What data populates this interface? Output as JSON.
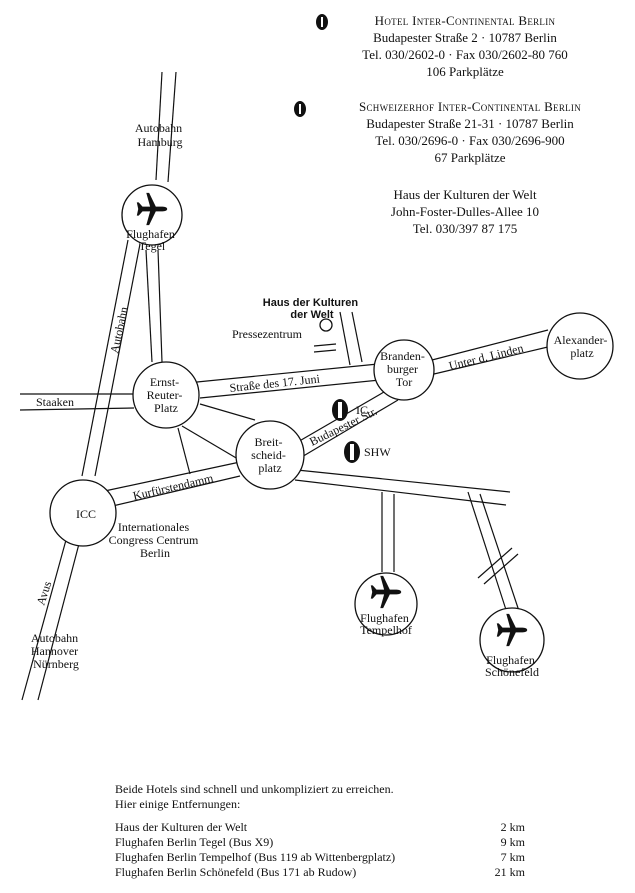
{
  "hotel_ic": {
    "name": "Hotel Inter-Continental Berlin",
    "address": "Budapester Straße 2 · 10787 Berlin",
    "phone": "Tel. 030/2602-0 · Fax 030/2602-80 760",
    "parking": "106 Parkplätze"
  },
  "hotel_shw": {
    "name": "Schweizerhof Inter-Continental Berlin",
    "address": "Budapester Straße 21-31 · 10787 Berlin",
    "phone": "Tel. 030/2696-0 · Fax 030/2696-900",
    "parking": "67 Parkplätze"
  },
  "hkw": {
    "name": "Haus der Kulturen der Welt",
    "address": "John-Foster-Dulles-Allee 10",
    "phone": "Tel. 030/397 87 175"
  },
  "map": {
    "autobahn_hamburg": [
      "Autobahn",
      "Hamburg"
    ],
    "tegel": [
      "Flughafen",
      "Tegel"
    ],
    "autobahn": "Autobahn",
    "hkw_map": [
      "Haus der Kulturen",
      "der Welt"
    ],
    "pressezentrum": "Pressezentrum",
    "brandenburger": [
      "Branden-",
      "burger",
      "Tor"
    ],
    "linden": "Unter d. Linden",
    "alexander": [
      "Alexander-",
      "platz"
    ],
    "ernst": [
      "Ernst-",
      "Reuter-",
      "Platz"
    ],
    "juni": "Straße des 17. Juni",
    "staaken": "Staaken",
    "ic": "IC",
    "shw": "SHW",
    "budapester": "Budapester Str.",
    "breit": [
      "Breit-",
      "scheid-",
      "platz"
    ],
    "kudamm": "Kurfürstendamm",
    "icc": "ICC",
    "icc_full": [
      "Internationales",
      "Congress Centrum",
      "Berlin"
    ],
    "avus": "Avus",
    "tempelhof": [
      "Flughafen",
      "Tempelhof"
    ],
    "schoenefeld": [
      "Flughafen",
      "Schönefeld"
    ],
    "autobahn_south": [
      "Autobahn",
      "Hannover",
      "Nürnberg"
    ]
  },
  "intro": [
    "Beide Hotels sind schnell und unkompliziert zu erreichen.",
    "Hier einige Entfernungen:"
  ],
  "distances": [
    {
      "place": "Haus der Kulturen der Welt",
      "km": "2 km"
    },
    {
      "place": "Flughafen Berlin Tegel (Bus X9)",
      "km": "9 km"
    },
    {
      "place": "Flughafen Berlin Tempelhof (Bus 119 ab Wittenbergplatz)",
      "km": "7 km"
    },
    {
      "place": "Flughafen Berlin Schönefeld (Bus 171 ab Rudow)",
      "km": "21 km"
    }
  ]
}
